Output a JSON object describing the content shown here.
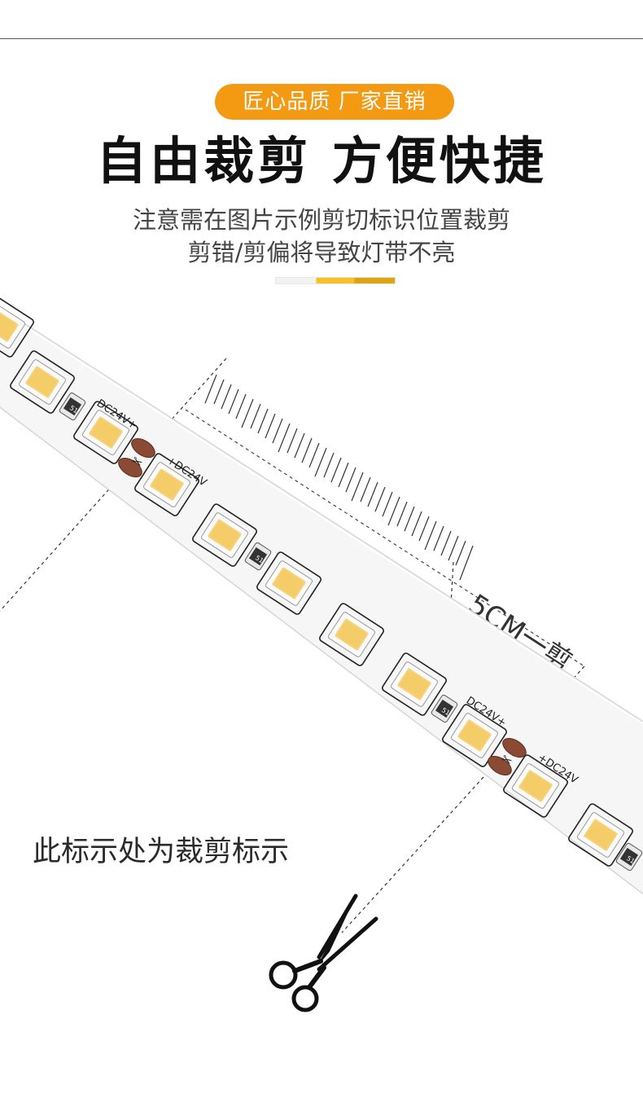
{
  "badge": {
    "text": "匠心品质  厂家直销"
  },
  "headline": "自由裁剪 方便快捷",
  "note": {
    "line1": "注意需在图片示例剪切标识位置裁剪",
    "line2": "剪错/剪偏将导致灯带不亮"
  },
  "strip": {
    "plus_label": "DC24V+",
    "minus_label": "+DC24V",
    "resistor_label": "51"
  },
  "ruler": {
    "label": "5CM一剪"
  },
  "cut_mark_label": "此标示处为裁剪标示",
  "colors": {
    "badge": "#f39a12",
    "led": "#f6d27a",
    "copper_pad": "#8a4a33",
    "strip": "#f6f6f7"
  }
}
